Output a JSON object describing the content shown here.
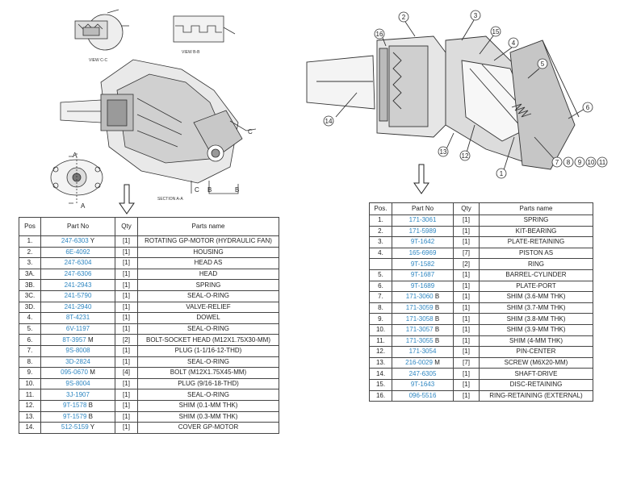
{
  "left_drawing": {
    "view_cc_label": "VIEW C-C",
    "view_bb_label": "VIEW B-B",
    "section_label": "SECTION A-A",
    "section_markers": [
      "A",
      "A",
      "B",
      "B",
      "C",
      "C"
    ]
  },
  "right_drawing": {
    "callouts": [
      "2",
      "3",
      "16",
      "15",
      "4",
      "5",
      "14",
      "6",
      "13",
      "12",
      "1",
      "7",
      "8",
      "9",
      "10",
      "11"
    ]
  },
  "left_table": {
    "headers": [
      "Pos",
      "Part No",
      "Qty",
      "Parts name"
    ],
    "rows": [
      {
        "pos": "1.",
        "part": "247-6303",
        "suffix": "Y",
        "qty": "[1]",
        "name": "ROTATING GP-MOTOR (HYDRAULIC FAN)"
      },
      {
        "pos": "2.",
        "part": "6E-4092",
        "suffix": "",
        "qty": "[1]",
        "name": "HOUSING"
      },
      {
        "pos": "3.",
        "part": "247-6304",
        "suffix": "",
        "qty": "[1]",
        "name": "HEAD AS"
      },
      {
        "pos": "3A.",
        "part": "247-6306",
        "suffix": "",
        "qty": "[1]",
        "name": "HEAD"
      },
      {
        "pos": "3B.",
        "part": "241-2943",
        "suffix": "",
        "qty": "[1]",
        "name": "SPRING"
      },
      {
        "pos": "3C.",
        "part": "241-5790",
        "suffix": "",
        "qty": "[1]",
        "name": "SEAL-O-RING"
      },
      {
        "pos": "3D.",
        "part": "241-2940",
        "suffix": "",
        "qty": "[1]",
        "name": "VALVE-RELIEF"
      },
      {
        "pos": "4.",
        "part": "8T-4231",
        "suffix": "",
        "qty": "[1]",
        "name": "DOWEL"
      },
      {
        "pos": "5.",
        "part": "6V-1197",
        "suffix": "",
        "qty": "[1]",
        "name": "SEAL-O-RING"
      },
      {
        "pos": "6.",
        "part": "8T-3957",
        "suffix": "M",
        "qty": "[2]",
        "name": "BOLT-SOCKET HEAD (M12X1.75X30-MM)"
      },
      {
        "pos": "7.",
        "part": "9S-8008",
        "suffix": "",
        "qty": "[1]",
        "name": "PLUG (1-1/16-12-THD)"
      },
      {
        "pos": "8.",
        "part": "3D-2824",
        "suffix": "",
        "qty": "[1]",
        "name": "SEAL-O-RING"
      },
      {
        "pos": "9.",
        "part": "095-0670",
        "suffix": "M",
        "qty": "[4]",
        "name": "BOLT (M12X1.75X45-MM)"
      },
      {
        "pos": "10.",
        "part": "9S-8004",
        "suffix": "",
        "qty": "[1]",
        "name": "PLUG (9/16-18-THD)"
      },
      {
        "pos": "11.",
        "part": "3J-1907",
        "suffix": "",
        "qty": "[1]",
        "name": "SEAL-O-RING"
      },
      {
        "pos": "12.",
        "part": "9T-1578",
        "suffix": "B",
        "qty": "[1]",
        "name": "SHIM (0.1-MM THK)"
      },
      {
        "pos": "13.",
        "part": "9T-1579",
        "suffix": "B",
        "qty": "[1]",
        "name": "SHIM (0.3-MM THK)"
      },
      {
        "pos": "14.",
        "part": "512-5159",
        "suffix": "Y",
        "qty": "[1]",
        "name": "COVER GP-MOTOR"
      }
    ]
  },
  "right_table": {
    "headers": [
      "Pos.",
      "Part No",
      "Qty",
      "Parts name"
    ],
    "rows": [
      {
        "pos": "1.",
        "part": "171-3061",
        "suffix": "",
        "qty": "[1]",
        "name": "SPRING"
      },
      {
        "pos": "2.",
        "part": "171-5989",
        "suffix": "",
        "qty": "[1]",
        "name": "KIT-BEARING"
      },
      {
        "pos": "3.",
        "part": "9T-1642",
        "suffix": "",
        "qty": "[1]",
        "name": "PLATE-RETAINING"
      },
      {
        "pos": "4.",
        "part": "165-6969",
        "suffix": "",
        "qty": "[7]",
        "name": "PISTON AS"
      },
      {
        "pos": "",
        "part": "9T-1582",
        "suffix": "",
        "qty": "[2]",
        "name": "RING"
      },
      {
        "pos": "5.",
        "part": "9T-1687",
        "suffix": "",
        "qty": "[1]",
        "name": "BARREL-CYLINDER"
      },
      {
        "pos": "6.",
        "part": "9T-1689",
        "suffix": "",
        "qty": "[1]",
        "name": "PLATE-PORT"
      },
      {
        "pos": "7.",
        "part": "171-3060",
        "suffix": "B",
        "qty": "[1]",
        "name": "SHIM (3.6-MM THK)"
      },
      {
        "pos": "8.",
        "part": "171-3059",
        "suffix": "B",
        "qty": "[1]",
        "name": "SHIM (3.7-MM THK)"
      },
      {
        "pos": "9.",
        "part": "171-3058",
        "suffix": "B",
        "qty": "[1]",
        "name": "SHIM (3.8-MM THK)"
      },
      {
        "pos": "10.",
        "part": "171-3057",
        "suffix": "B",
        "qty": "[1]",
        "name": "SHIM (3.9-MM THK)"
      },
      {
        "pos": "11.",
        "part": "171-3055",
        "suffix": "B",
        "qty": "[1]",
        "name": "SHIM (4-MM THK)"
      },
      {
        "pos": "12.",
        "part": "171-3054",
        "suffix": "",
        "qty": "[1]",
        "name": "PIN-CENTER"
      },
      {
        "pos": "13.",
        "part": "216-0029",
        "suffix": "M",
        "qty": "[7]",
        "name": "SCREW (M6X20-MM)"
      },
      {
        "pos": "14.",
        "part": "247-6305",
        "suffix": "",
        "qty": "[1]",
        "name": "SHAFT-DRIVE"
      },
      {
        "pos": "15.",
        "part": "9T-1643",
        "suffix": "",
        "qty": "[1]",
        "name": "DISC-RETAINING"
      },
      {
        "pos": "16.",
        "part": "096-5516",
        "suffix": "",
        "qty": "[1]",
        "name": "RING-RETAINING (EXTERNAL)"
      }
    ]
  }
}
